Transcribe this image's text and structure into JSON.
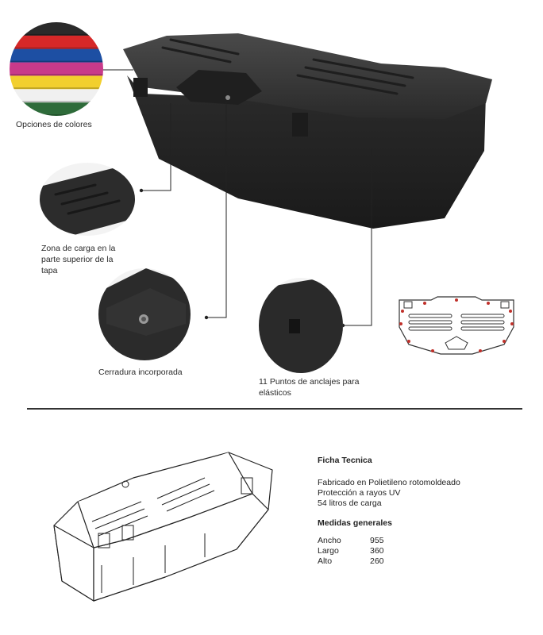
{
  "captions": {
    "colors": "Opciones de colores",
    "load_zone": "Zona de carga en la parte superior de la tapa",
    "lock": "Cerradura incorporada",
    "anchors": "11 Puntos de anclajes para elásticos"
  },
  "colors": {
    "swatches": [
      "#2a2a2a",
      "#d62828",
      "#1d4fa3",
      "#c83a8a",
      "#f2cf2e",
      "#f0f0f0",
      "#2e6b3a"
    ],
    "box": "#2b2b2b",
    "anchor_dot": "#c0302a"
  },
  "spec": {
    "title": "Ficha Tecnica",
    "lines": [
      "Fabricado en Polietileno rotomoldeado",
      "Protección a rayos UV",
      "54 litros de carga"
    ],
    "dims_title": "Medidas generales",
    "dims": [
      {
        "label": "Ancho",
        "value": "955"
      },
      {
        "label": "Largo",
        "value": "360"
      },
      {
        "label": "Alto",
        "value": "260"
      }
    ]
  }
}
